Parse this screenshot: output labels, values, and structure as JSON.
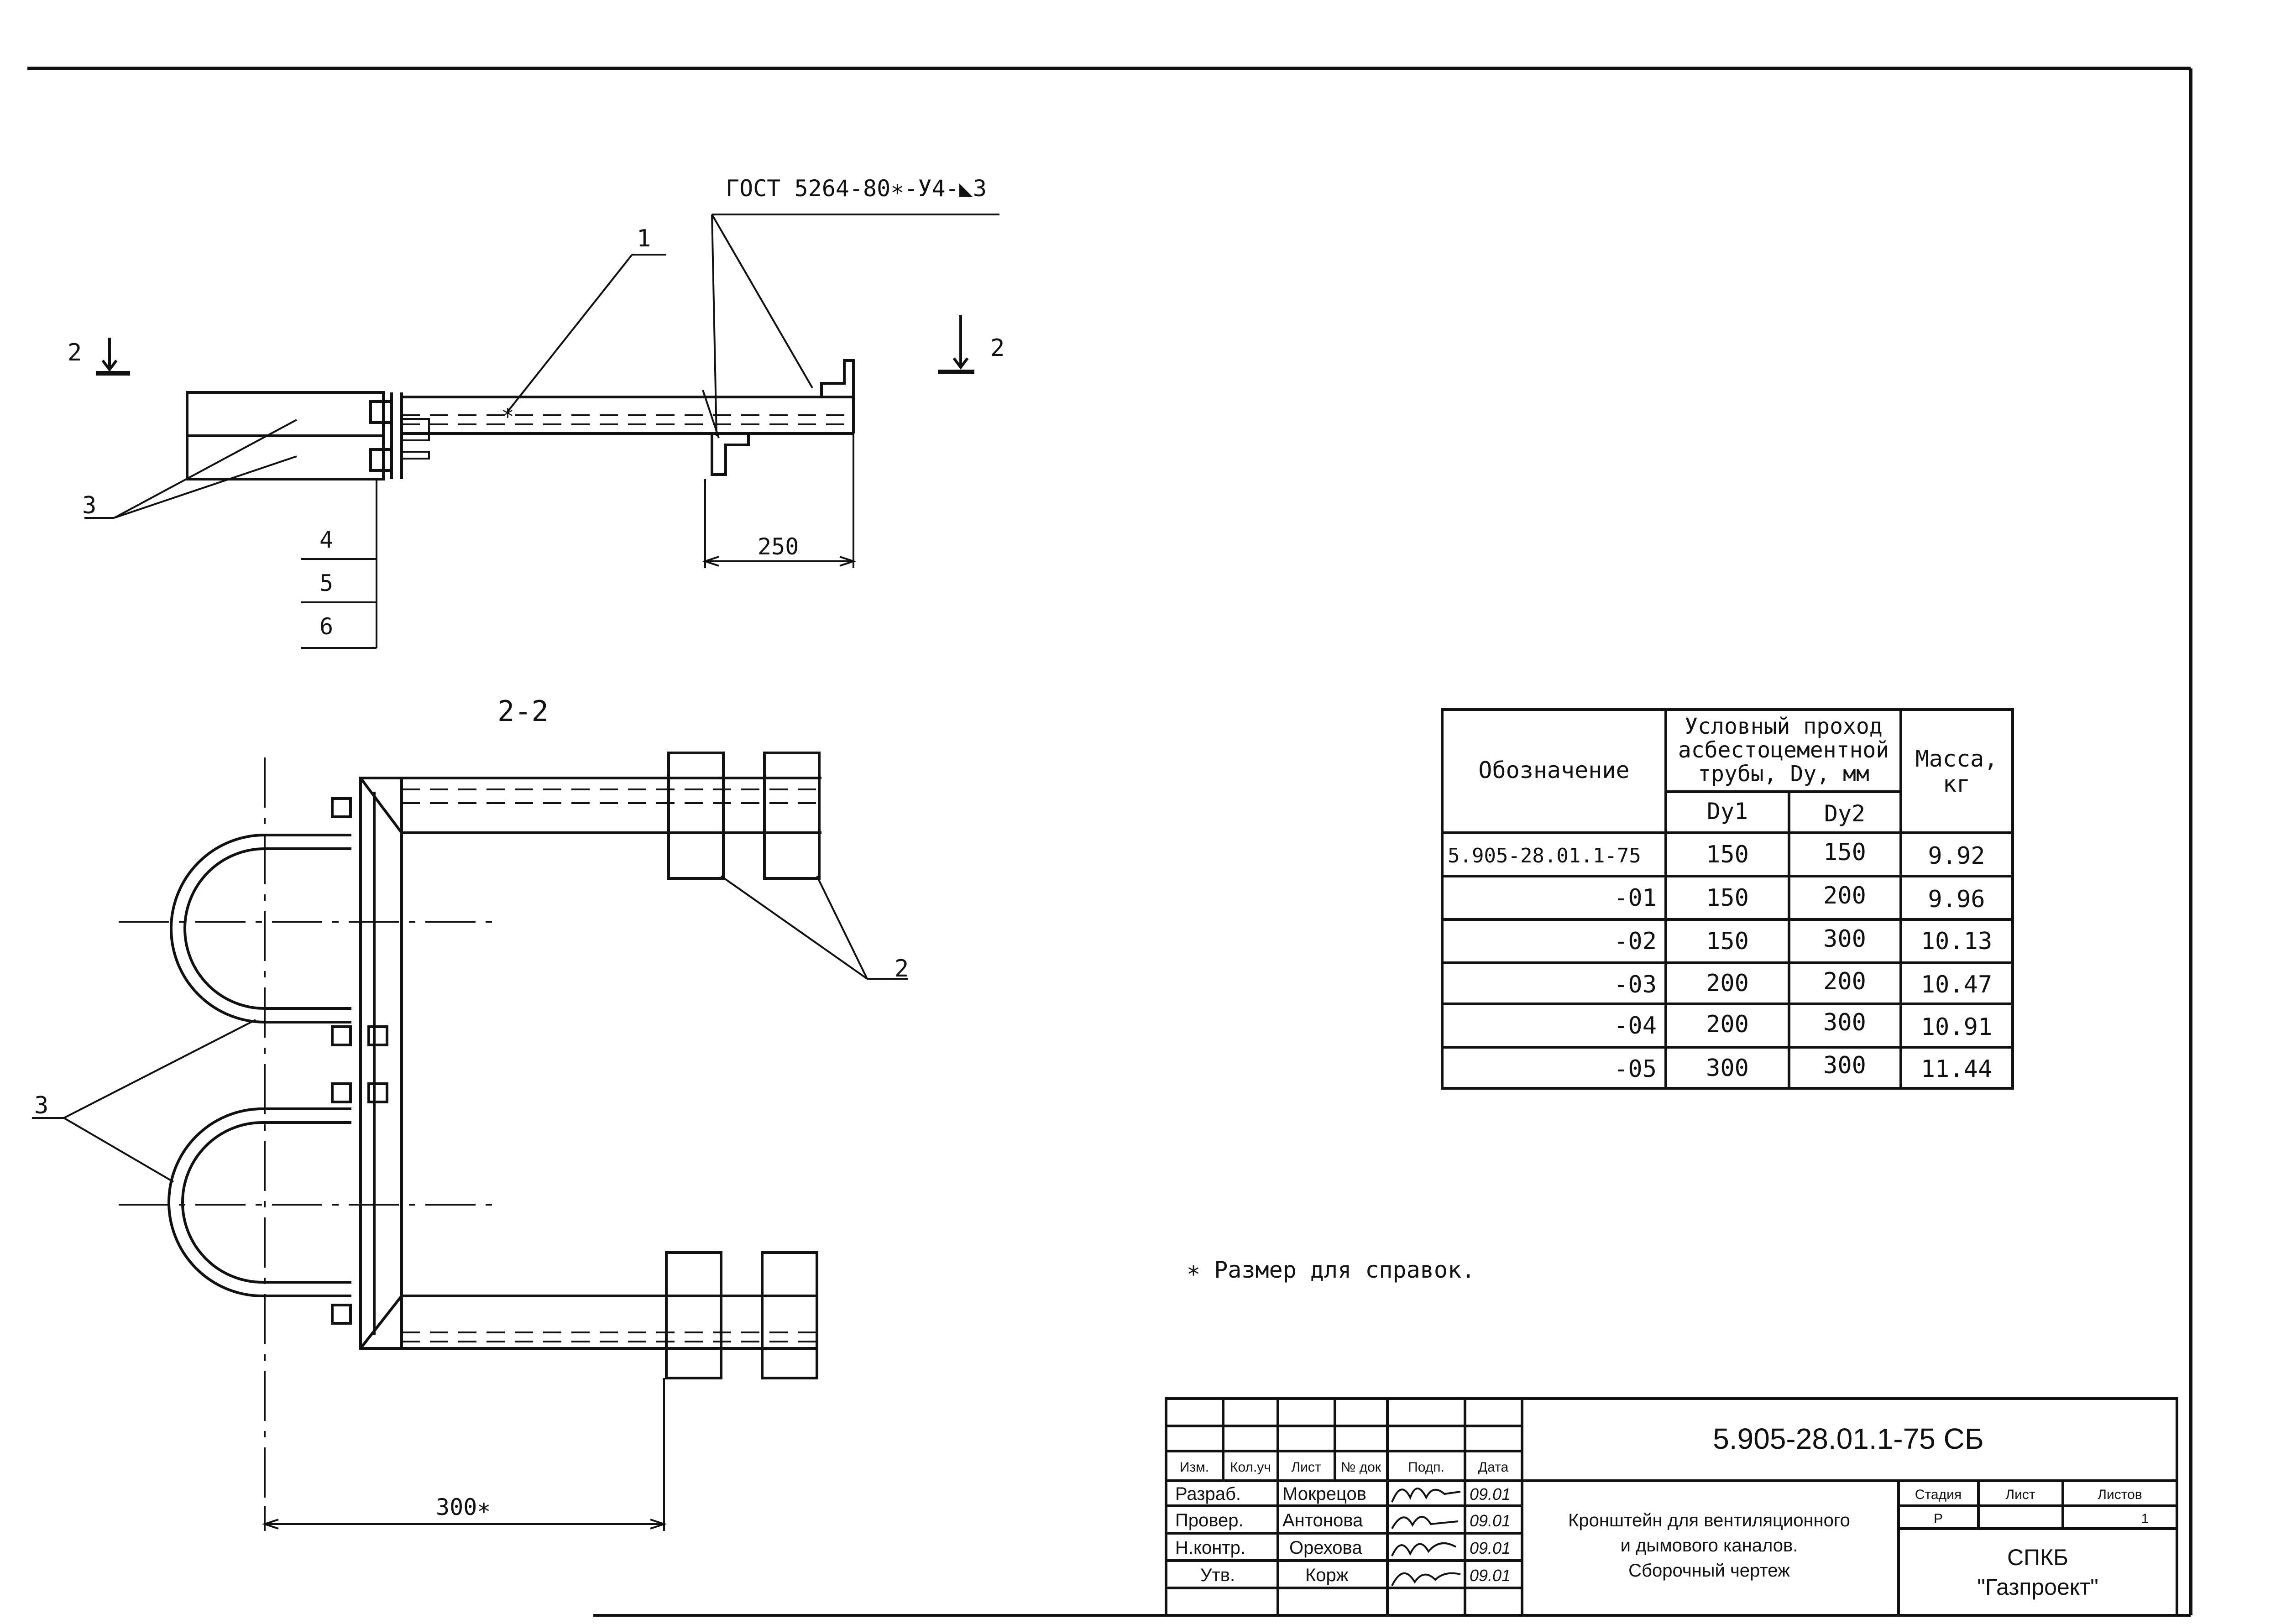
{
  "drawing": {
    "weld_standard": "ГОСТ 5264-80∗-У4-◣3",
    "section_label_left": "2",
    "section_label_right": "2",
    "section_view_title": "2-2",
    "callouts": {
      "pos_1": "1",
      "pos_2": "2",
      "pos_3_top": "3",
      "pos_3_section": "3",
      "pos_4": "4",
      "pos_5": "5",
      "pos_6": "6"
    },
    "dimensions": {
      "dim_250": "250",
      "dim_300": "300∗"
    },
    "reference_mark": "∗"
  },
  "note": "∗  Размер для справок.",
  "spec_table": {
    "header_designation": "Обозначение",
    "header_diameter_lines": [
      "Условный проход",
      "асбестоцементной",
      "трубы, Dy, мм"
    ],
    "header_dy1": "Dy1",
    "header_dy2": "Dy2",
    "header_mass_lines": [
      "Масса,",
      "кг"
    ],
    "rows": [
      {
        "designation": "5.905-28.01.1-75",
        "dy1": "150",
        "dy2": "150",
        "mass": "9.92"
      },
      {
        "designation": "-01",
        "dy1": "150",
        "dy2": "200",
        "mass": "9.96"
      },
      {
        "designation": "-02",
        "dy1": "150",
        "dy2": "300",
        "mass": "10.13"
      },
      {
        "designation": "-03",
        "dy1": "200",
        "dy2": "200",
        "mass": "10.47"
      },
      {
        "designation": "-04",
        "dy1": "200",
        "dy2": "300",
        "mass": "10.91"
      },
      {
        "designation": "-05",
        "dy1": "300",
        "dy2": "300",
        "mass": "11.44"
      }
    ]
  },
  "title_block": {
    "doc_code": "5.905-28.01.1-75 СБ",
    "title_lines": [
      "Кронштейн для вентиляционного",
      "и дымового каналов.",
      "Сборочный чертеж"
    ],
    "col_headers": [
      "Изм.",
      "Кол.уч",
      "Лист",
      "№ док",
      "Подп.",
      "Дата"
    ],
    "roles": [
      {
        "role": "Разраб.",
        "name": "Мокрецов",
        "date": "09.01"
      },
      {
        "role": "Провер.",
        "name": "Антонова",
        "date": "09.01"
      },
      {
        "role": "Н.контр.",
        "name": "Орехова",
        "date": "09.01"
      },
      {
        "role": "Утв.",
        "name": "Корж",
        "date": "09.01"
      }
    ],
    "stage_label": "Стадия",
    "sheet_label": "Лист",
    "sheets_label": "Листов",
    "stage_value": "Р",
    "sheets_value": "1",
    "org_line1": "СПКБ",
    "org_line2": "\"Газпроект\""
  }
}
